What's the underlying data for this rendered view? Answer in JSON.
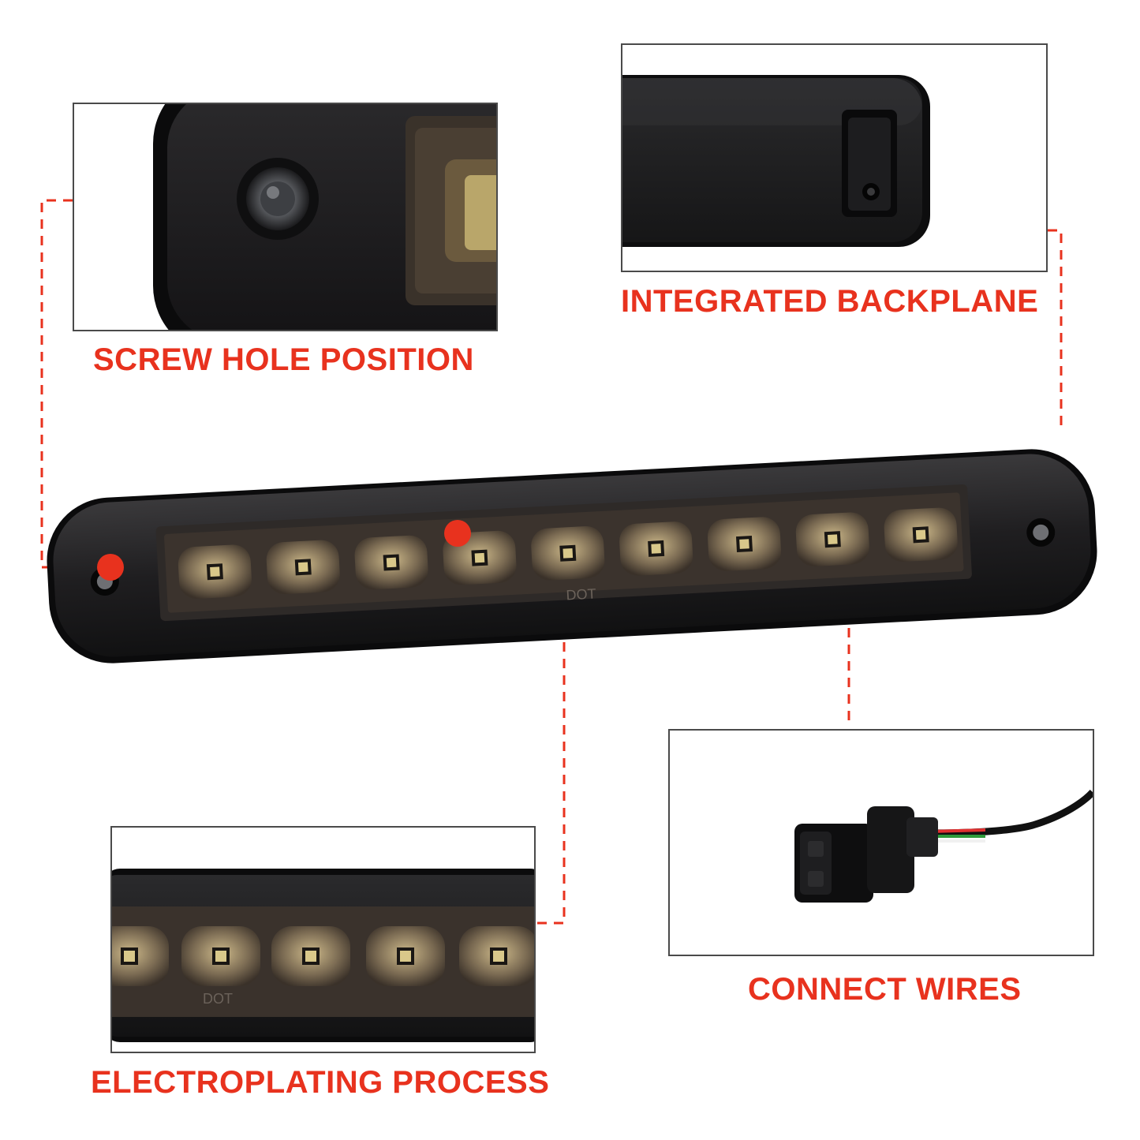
{
  "theme": {
    "accent": "#e8321e",
    "housing": "#1c1b1d",
    "lens": "#2e2a28",
    "led": "#d9c88a"
  },
  "main_product": {
    "marking": "DOT",
    "led_count": 9
  },
  "callouts": {
    "screw_hole": {
      "label": "SCREW HOLE POSITION"
    },
    "backplane": {
      "label": "INTEGRATED BACKPLANE"
    },
    "electroplating": {
      "label": "ELECTROPLATING PROCESS",
      "marking": "DOT"
    },
    "wires": {
      "label": "CONNECT WIRES"
    }
  },
  "icons": [
    "screw-hole-icon",
    "led-chip-icon",
    "connector-plug-icon"
  ]
}
